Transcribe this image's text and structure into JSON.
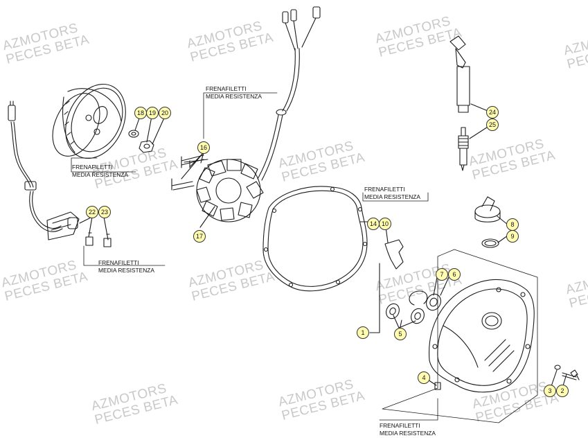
{
  "watermark": {
    "line1": "AZMOTORS",
    "line2": "PECES BETA"
  },
  "notes": {
    "top_left": {
      "line1": "FRENAFILETTI",
      "line2": "MEDIA RESISTENZA"
    },
    "top_center": {
      "line1": "FRENAFILETTI",
      "line2": "MEDIA RESISTENZA"
    },
    "left_lower": {
      "line1": "FRENAFILETTI",
      "line2": "MEDIA RESISTENZA"
    },
    "right_upper": {
      "line1": "FRENAFILETTI",
      "line2": "MEDIA RESISTENZA"
    },
    "bottom_right": {
      "line1": "FRENAFILETTI",
      "line2": "MEDIA RESISTENZA"
    }
  },
  "callouts": {
    "c1": "1",
    "c2": "2",
    "c3": "3",
    "c4": "4",
    "c5": "5",
    "c6": "6",
    "c7": "7",
    "c8": "8",
    "c9": "9",
    "c10": "10",
    "c14": "14",
    "c16": "16",
    "c17": "17",
    "c18": "18",
    "c19": "19",
    "c20": "20",
    "c22": "22",
    "c23": "23",
    "c24": "24",
    "c25": "25"
  },
  "colors": {
    "callout_fill": "#fffbb0",
    "line": "#1a1a1a",
    "watermark": "#c9c9c9"
  }
}
